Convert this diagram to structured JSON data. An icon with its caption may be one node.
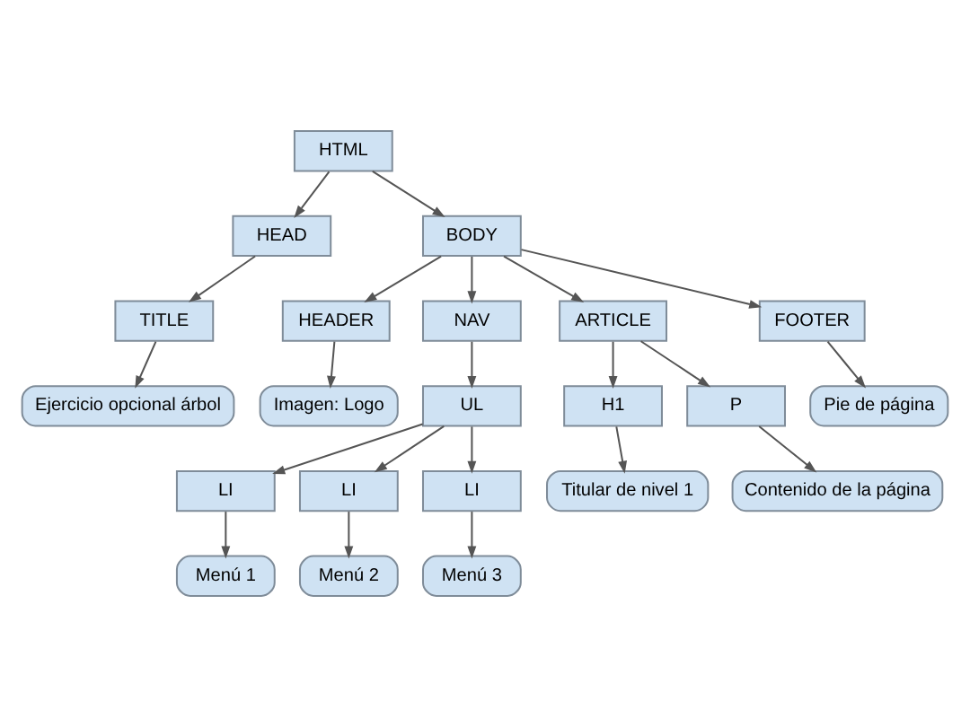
{
  "diagram": {
    "nodes": [
      {
        "text": [
          "HTML"
        ]
      },
      {
        "text": [
          "HEAD"
        ]
      },
      {
        "text": [
          "BODY"
        ]
      },
      {
        "text": [
          "TITLE"
        ]
      },
      {
        "text": [
          "Ejercicio opcional árbol"
        ]
      },
      {
        "text": [
          "HEADER"
        ]
      },
      {
        "text": [
          "Imagen: Logo"
        ]
      },
      {
        "text": [
          "NAV"
        ]
      },
      {
        "text": [
          "UL"
        ]
      },
      {
        "text": [
          "LI"
        ]
      },
      {
        "text": [
          "LI"
        ]
      },
      {
        "text": [
          "LI"
        ]
      },
      {
        "text": [
          "Menú 1"
        ]
      },
      {
        "text": [
          "Menú 2"
        ]
      },
      {
        "text": [
          "Menú 3"
        ]
      },
      {
        "text": [
          "ARTICLE"
        ]
      },
      {
        "text": [
          "H1"
        ]
      },
      {
        "text": [
          "Titular de nivel 1"
        ]
      },
      {
        "text": [
          "P"
        ]
      },
      {
        "text": [
          "Contenido de la página"
        ]
      },
      {
        "text": [
          "FOOTER"
        ]
      },
      {
        "text": [
          "Pie de página"
        ]
      }
    ],
    "edges": [
      {
        "from": 0,
        "to": 1,
        "arrow": "to"
      },
      {
        "from": 0,
        "to": 2,
        "arrow": "to"
      },
      {
        "from": 1,
        "to": 3,
        "arrow": "to"
      },
      {
        "from": 3,
        "to": 4,
        "arrow": "to"
      },
      {
        "from": 2,
        "to": 5,
        "arrow": "to"
      },
      {
        "from": 5,
        "to": 6,
        "arrow": "to"
      },
      {
        "from": 2,
        "to": 7,
        "arrow": "to"
      },
      {
        "from": 7,
        "to": 8,
        "arrow": "to"
      },
      {
        "from": 8,
        "to": 9,
        "arrow": "to"
      },
      {
        "from": 8,
        "to": 10,
        "arrow": "to"
      },
      {
        "from": 8,
        "to": 11,
        "arrow": "to"
      },
      {
        "from": 9,
        "to": 12,
        "arrow": "to"
      },
      {
        "from": 10,
        "to": 13,
        "arrow": "to"
      },
      {
        "from": 11,
        "to": 14,
        "arrow": "to"
      },
      {
        "from": 2,
        "to": 15,
        "arrow": "to"
      },
      {
        "from": 15,
        "to": 16,
        "arrow": "to"
      },
      {
        "from": 16,
        "to": 17,
        "arrow": "to"
      },
      {
        "from": 15,
        "to": 18,
        "arrow": "to"
      },
      {
        "from": 18,
        "to": 19,
        "arrow": "to"
      },
      {
        "from": 2,
        "to": 20,
        "arrow": "to"
      },
      {
        "from": 20,
        "to": 21,
        "arrow": "to"
      }
    ]
  }
}
